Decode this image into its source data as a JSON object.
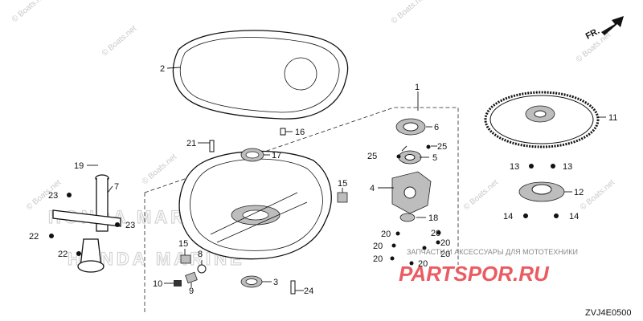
{
  "diagram": {
    "code": "ZVJ4E0500",
    "direction_label": "FR.",
    "callouts": [
      {
        "n": "1"
      },
      {
        "n": "2"
      },
      {
        "n": "3"
      },
      {
        "n": "4"
      },
      {
        "n": "5"
      },
      {
        "n": "6"
      },
      {
        "n": "7"
      },
      {
        "n": "8"
      },
      {
        "n": "9"
      },
      {
        "n": "10"
      },
      {
        "n": "11"
      },
      {
        "n": "12"
      },
      {
        "n": "13"
      },
      {
        "n": "13"
      },
      {
        "n": "14"
      },
      {
        "n": "14"
      },
      {
        "n": "15"
      },
      {
        "n": "15"
      },
      {
        "n": "16"
      },
      {
        "n": "17"
      },
      {
        "n": "18"
      },
      {
        "n": "19"
      },
      {
        "n": "20"
      },
      {
        "n": "20"
      },
      {
        "n": "20"
      },
      {
        "n": "20"
      },
      {
        "n": "20"
      },
      {
        "n": "20"
      },
      {
        "n": "20"
      },
      {
        "n": "21"
      },
      {
        "n": "22"
      },
      {
        "n": "22"
      },
      {
        "n": "23"
      },
      {
        "n": "23"
      },
      {
        "n": "24"
      },
      {
        "n": "25"
      },
      {
        "n": "25"
      }
    ]
  },
  "watermarks": {
    "boats": "© Boats.net",
    "honda_marine": "HONDA MARINE",
    "ru_tagline": "ЗАПЧАСТИ И АКСЕССУАРЫ ДЛЯ МОТОТЕХНИКИ",
    "ru_brand": "PARTSPOR.RU"
  },
  "colors": {
    "line": "#111111",
    "watermark": "#c9c9c9",
    "brand_red": "#e3262d"
  }
}
